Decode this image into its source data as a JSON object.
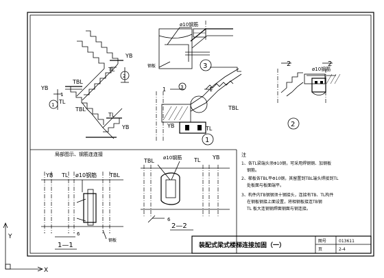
{
  "labels": {
    "yb": "YB",
    "tl": "TL",
    "tbl": "TBL",
    "rebar": "ø10",
    "rebar_suffix": "钢筋",
    "ring1": "1",
    "ring2": "2",
    "ring3": "3",
    "cut1": "1",
    "cut2": "2",
    "section_1_1": "1—1",
    "section_2_2": "2—2",
    "dim6": "6",
    "overlap_plate": "钢板",
    "stair_caption": "局部图示、钢筋连连接"
  },
  "notes": {
    "title": "注",
    "n1": "1、各TL梁端头须Φ10钢，可采用焊钢钢、加钢板",
    "n1b": "钢筋。",
    "n2": "2、梯板各TBL平Φ10钢，其留置到TBL端头焊接到TL",
    "n2b": "处板面与板面端平。",
    "n3": "3、构件内TB钢钢须十钢接头，连接有TB、TL构件",
    "n3b": "在钢板钢接上面设置，将相钢板接连TB钢",
    "n3c": "TL 板大连钢钢焊面钢面与钢连接。"
  },
  "title_block": {
    "title": "装配式梁式楼梯连接加固（一）",
    "drawing_no_label": "图号",
    "drawing_no": "013611",
    "page_label": "页",
    "page": "2-4"
  }
}
